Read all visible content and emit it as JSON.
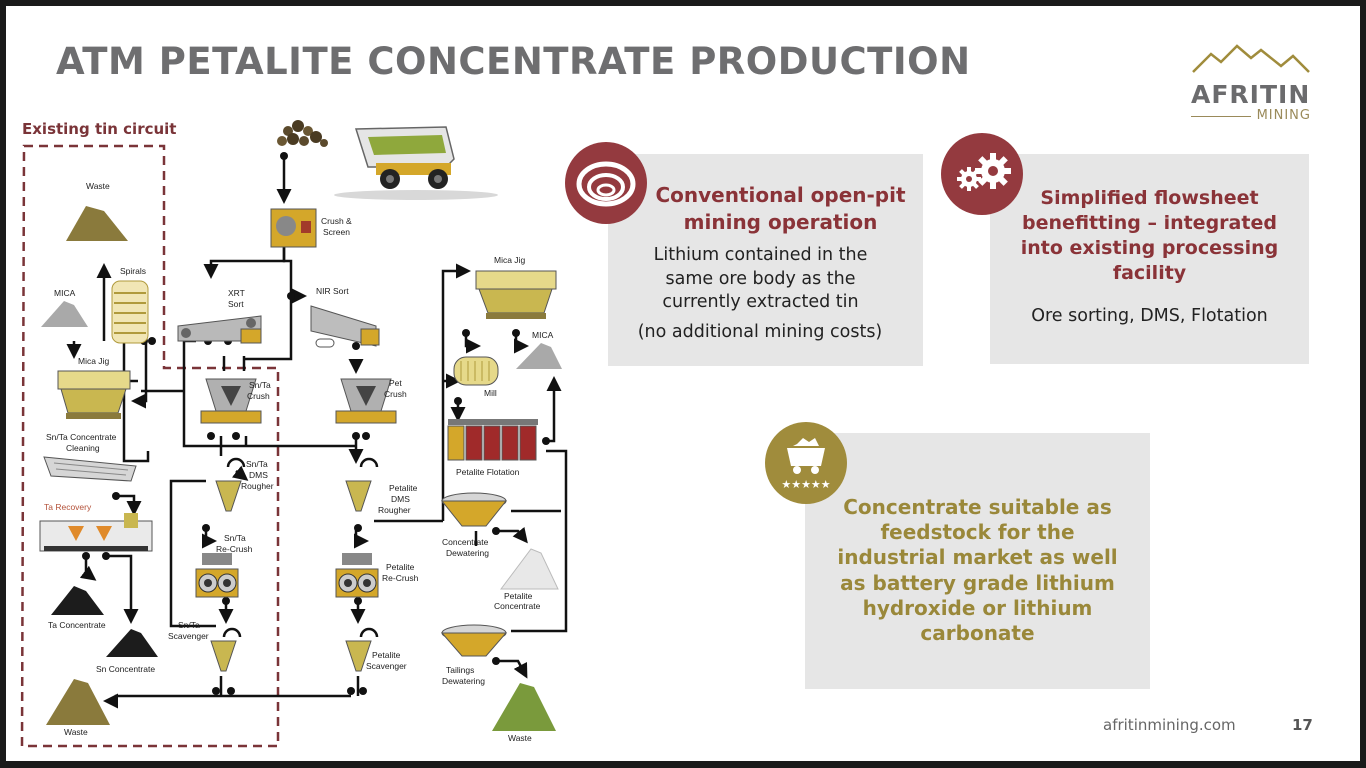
{
  "slide": {
    "title": "ATM PETALITE CONCENTRATE PRODUCTION",
    "page_number": "17",
    "website": "afritinmining.com"
  },
  "logo": {
    "name": "AFRITIN",
    "sub": "MINING"
  },
  "diagram": {
    "existing_circuit_label": "Existing tin circuit",
    "labels": {
      "waste_top": "Waste",
      "mica_left": "MICA",
      "spirals": "Spirals",
      "mica_jig_left": "Mica Jig",
      "conc_cleaning_1": "Sn/Ta Concentrate",
      "conc_cleaning_2": "Cleaning",
      "ta_recovery": "Ta Recovery",
      "ta_concentrate": "Ta Concentrate",
      "sn_concentrate": "Sn Concentrate",
      "waste_bottom_left": "Waste",
      "crush_screen_1": "Crush &",
      "crush_screen_2": "Screen",
      "xrt_sort_1": "XRT",
      "xrt_sort_2": "Sort",
      "nir_sort": "NIR Sort",
      "snta_crush_1": "Sn/Ta",
      "snta_crush_2": "Crush",
      "pet_crush_1": "Pet",
      "pet_crush_2": "Crush",
      "snta_dms_1": "Sn/Ta",
      "snta_dms_2": "DMS",
      "snta_dms_3": "Rougher",
      "snta_recrush_1": "Sn/Ta",
      "snta_recrush_2": "Re-Crush",
      "snta_scav_1": "Sn/Ta",
      "snta_scav_2": "Scavenger",
      "pet_dms_1": "Petalite",
      "pet_dms_2": "DMS",
      "pet_dms_3": "Rougher",
      "pet_recrush_1": "Petalite",
      "pet_recrush_2": "Re-Crush",
      "pet_scav_1": "Petalite",
      "pet_scav_2": "Scavenger",
      "mica_jig_right": "Mica Jig",
      "mica_right": "MICA",
      "mill": "Mill",
      "pet_flotation": "Petalite Flotation",
      "conc_dewater_1": "Concentrate",
      "conc_dewater_2": "Dewatering",
      "pet_conc_1": "Petalite",
      "pet_conc_2": "Concentrate",
      "tail_dewater_1": "Tailings",
      "tail_dewater_2": "Dewatering",
      "waste_bottom_right": "Waste"
    }
  },
  "cards": [
    {
      "title": "Conventional open-pit mining operation",
      "body": "Lithium contained in the same ore body as the currently extracted tin",
      "note": "(no additional mining costs)",
      "icon": "open-pit-icon",
      "color": "#943a3f"
    },
    {
      "title": "Simplified flowsheet benefitting – integrated into existing processing facility",
      "body": "Ore sorting, DMS, Flotation",
      "icon": "gears-icon",
      "color": "#943a3f"
    },
    {
      "title": "Concentrate suitable as feedstock for the industrial market as well as battery grade lithium hydroxide or lithium carbonate",
      "icon": "mine-cart-icon",
      "color": "#a08c3c"
    }
  ]
}
